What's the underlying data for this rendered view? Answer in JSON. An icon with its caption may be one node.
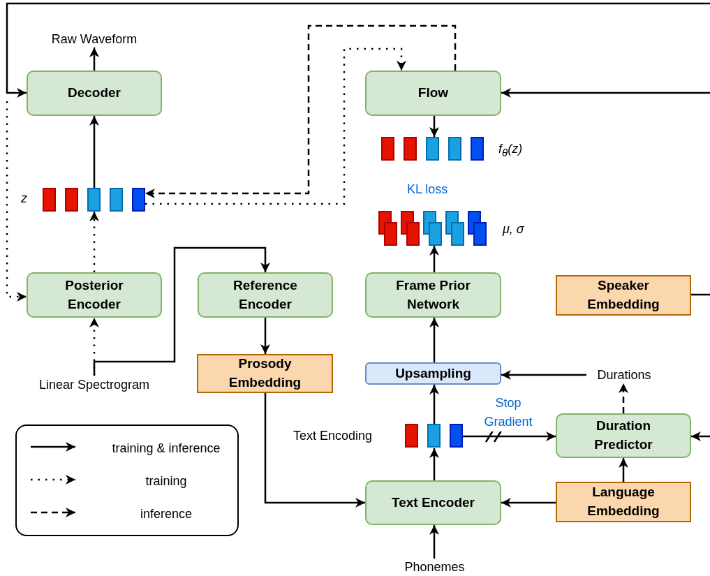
{
  "diagram": {
    "nodes": [
      {
        "text": [
          "Raw Waveform"
        ]
      },
      {
        "text": [
          "Decoder"
        ]
      },
      {
        "text": [
          "Flow"
        ]
      },
      {
        "text": [],
        "shape": "bar",
        "beside": [
          "z"
        ]
      },
      {
        "text": [],
        "shape": "bar",
        "beside": [
          "f$_{θ}$(z)"
        ]
      },
      {
        "text": [],
        "shape": "bar",
        "beside": [
          "μ, σ"
        ]
      },
      {
        "text": [
          "Posterior Encoder"
        ]
      },
      {
        "text": [
          "Reference Encoder"
        ]
      },
      {
        "text": [
          "Frame Prior Network"
        ]
      },
      {
        "text": [
          "Speaker Embedding"
        ]
      },
      {
        "text": [
          "Linear Spectrogram"
        ]
      },
      {
        "text": [
          "Prosody Embedding"
        ]
      },
      {
        "text": [
          "Upsampling"
        ]
      },
      {
        "text": [
          "Durations"
        ]
      },
      {
        "text": [],
        "shape": "bar",
        "beside": [
          "Text Encoding"
        ]
      },
      {
        "text": [
          "Duration Predictor"
        ]
      },
      {
        "text": [
          "Text Encoder"
        ]
      },
      {
        "text": [
          "Language Embedding"
        ]
      },
      {
        "text": [
          "Phonemes"
        ]
      }
    ],
    "edges": [
      {
        "from": 1,
        "to": 0,
        "arrow": "to"
      },
      {
        "from": 3,
        "to": 1,
        "arrow": "to"
      },
      {
        "from": 6,
        "to": 3,
        "arrow": "to",
        "style": "dashed"
      },
      {
        "from": 10,
        "to": 6,
        "arrow": "to",
        "style": "dashed"
      },
      {
        "from": 10,
        "to": 7,
        "arrow": "to"
      },
      {
        "from": 7,
        "to": 11,
        "arrow": "to"
      },
      {
        "from": 11,
        "to": 16,
        "arrow": "to"
      },
      {
        "from": 18,
        "to": 16,
        "arrow": "to"
      },
      {
        "from": 16,
        "to": 14,
        "arrow": "to"
      },
      {
        "from": 14,
        "to": 12,
        "arrow": "to"
      },
      {
        "from": 12,
        "to": 8,
        "arrow": "to"
      },
      {
        "from": 8,
        "to": 5,
        "arrow": "to"
      },
      {
        "from": 2,
        "to": 4,
        "arrow": "to"
      },
      {
        "from": 14,
        "to": 15,
        "arrow": "to",
        "label": "Stop Gradient"
      },
      {
        "from": 15,
        "to": 13,
        "arrow": "to",
        "style": "dashed"
      },
      {
        "from": 13,
        "to": 12,
        "arrow": "to"
      },
      {
        "from": 17,
        "to": 16,
        "arrow": "to"
      },
      {
        "from": 17,
        "to": 15,
        "arrow": "to"
      },
      {
        "from": 3,
        "to": 2,
        "arrow": "to",
        "style": "dashed"
      },
      {
        "from": 2,
        "to": 3,
        "arrow": "to",
        "style": "dashed"
      },
      {
        "from": null,
        "to": 6,
        "arrow": "to",
        "style": "dashed"
      },
      {
        "from": null,
        "to": 1,
        "arrow": "to"
      },
      {
        "from": null,
        "to": 2,
        "arrow": "to"
      },
      {
        "from": null,
        "to": 15,
        "arrow": "to"
      },
      {
        "from": 9,
        "to": null,
        "arrow": "none"
      }
    ],
    "labels": [
      "KL loss"
    ],
    "legend": [
      {
        "text": "training & inference"
      },
      {
        "text": "training"
      },
      {
        "text": "inference"
      }
    ]
  }
}
